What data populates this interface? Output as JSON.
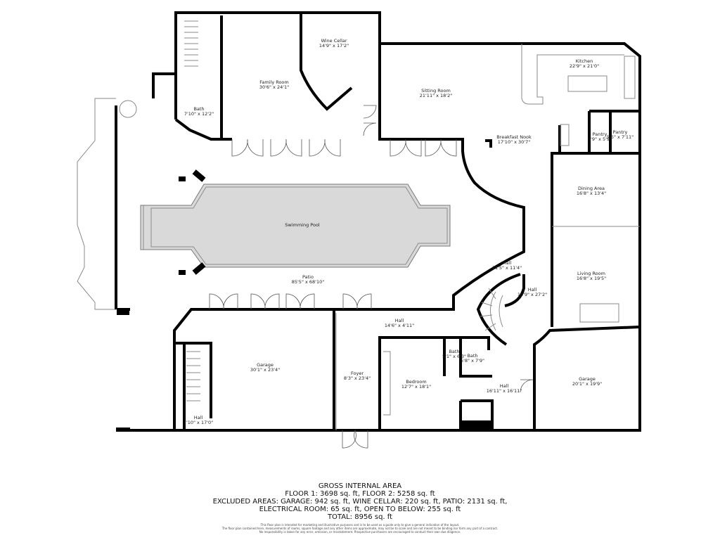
{
  "rooms": [
    {
      "name": "Wine Cellar",
      "dims": "14'9\" x 17'2\""
    },
    {
      "name": "Family Room",
      "dims": "30'6\" x 24'1\""
    },
    {
      "name": "Bath",
      "dims": "7'10\" x 12'2\""
    },
    {
      "name": "Sitting Room",
      "dims": "21'11\" x 18'2\""
    },
    {
      "name": "Kitchen",
      "dims": "22'9\" x 21'0\""
    },
    {
      "name": "Breakfast Nook",
      "dims": "17'10\" x 30'7\""
    },
    {
      "name": "Pantry",
      "dims": "5'9\" x 5'9\""
    },
    {
      "name": "Pantry",
      "dims": "5'5\" x 7'11\""
    },
    {
      "name": "Dining Area",
      "dims": "16'8\" x 13'4\""
    },
    {
      "name": "Swimming Pool",
      "dims": ""
    },
    {
      "name": "Patio",
      "dims": "85'5\" x 68'10\""
    },
    {
      "name": "Hall",
      "dims": "11'5\" x 11'4\""
    },
    {
      "name": "Living Room",
      "dims": "16'8\" x 19'5\""
    },
    {
      "name": "Hall",
      "dims": "10'9\" x 27'2\""
    },
    {
      "name": "Hall",
      "dims": "14'6\" x 4'11\""
    },
    {
      "name": "Garage",
      "dims": "30'1\" x 23'4\""
    },
    {
      "name": "Foyer",
      "dims": "8'3\" x 23'4\""
    },
    {
      "name": "Bedroom",
      "dims": "12'7\" x 18'1\""
    },
    {
      "name": "Bath",
      "dims": "5'1\" x 6'3\""
    },
    {
      "name": "Bath",
      "dims": "5'8\" x 7'9\""
    },
    {
      "name": "Hall",
      "dims": "16'11\" x 16'11\""
    },
    {
      "name": "Garage",
      "dims": "20'1\" x 19'9\""
    },
    {
      "name": "Hall",
      "dims": "7'10\" x 17'0\""
    }
  ],
  "summary": {
    "title": "GROSS INTERNAL AREA",
    "floors": "FLOOR 1: 3698 sq. ft, FLOOR 2: 5258 sq. ft",
    "excluded": "EXCLUDED AREAS: GARAGE: 942 sq. ft, WINE CELLAR: 220 sq. ft, PATIO: 2131 sq. ft,",
    "excluded2": "ELECTRICAL ROOM: 65 sq. ft, OPEN TO BELOW: 255 sq. ft",
    "total": "TOTAL: 8956 sq. ft",
    "disclaimer1": "This floor plan is intended for marketing and illustrative purposes and is to be used as a guide only to give a general indication of the layout.",
    "disclaimer2": "The floor plan contained here, measurements of rooms, square footage and any other items are approximate, may not be to scale and are not meant to be binding nor form any part of a contract.",
    "disclaimer3": "No responsibility is taken for any error, omission, or misstatement. Prospective purchasers are encouraged to conduct their own due diligence."
  },
  "colors": {
    "walls": "#000000",
    "pool": "#d9d9d9",
    "fixtures": "#8a8a8a"
  }
}
